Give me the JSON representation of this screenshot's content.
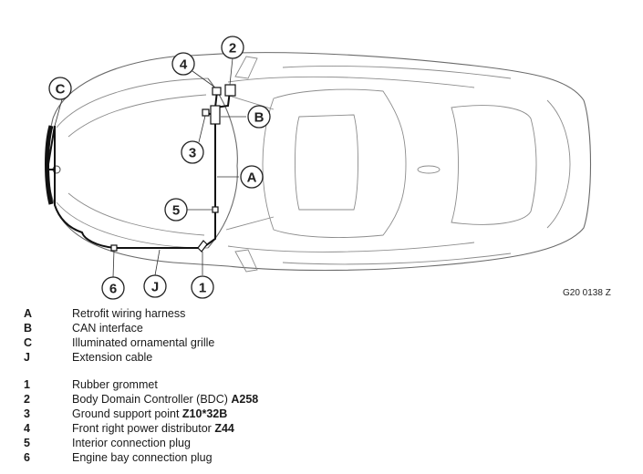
{
  "figure_code": "G20 0138 Z",
  "callouts": [
    "A",
    "B",
    "C",
    "J",
    "1",
    "2",
    "3",
    "4",
    "5",
    "6"
  ],
  "legend_letters": [
    {
      "key": "A",
      "text": "Retrofit wiring harness",
      "bold": ""
    },
    {
      "key": "B",
      "text": "CAN interface",
      "bold": ""
    },
    {
      "key": "C",
      "text": "Illuminated ornamental grille",
      "bold": ""
    },
    {
      "key": "J",
      "text": "Extension cable",
      "bold": ""
    }
  ],
  "legend_numbers": [
    {
      "key": "1",
      "text": "Rubber grommet",
      "bold": ""
    },
    {
      "key": "2",
      "text": "Body Domain Controller (BDC) ",
      "bold": "A258"
    },
    {
      "key": "3",
      "text": "Ground support point ",
      "bold": "Z10*32B"
    },
    {
      "key": "4",
      "text": "Front right power distributor ",
      "bold": "Z44"
    },
    {
      "key": "5",
      "text": "Interior connection plug",
      "bold": ""
    },
    {
      "key": "6",
      "text": "Engine bay connection plug",
      "bold": ""
    }
  ]
}
